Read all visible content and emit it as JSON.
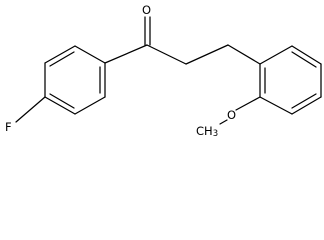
{
  "molecule": {
    "atoms": {
      "oxygen_carbonyl": "O",
      "fluorine": "F",
      "methoxy": "O"
    },
    "methyl_label": "CH",
    "methyl_subscript": "3"
  }
}
